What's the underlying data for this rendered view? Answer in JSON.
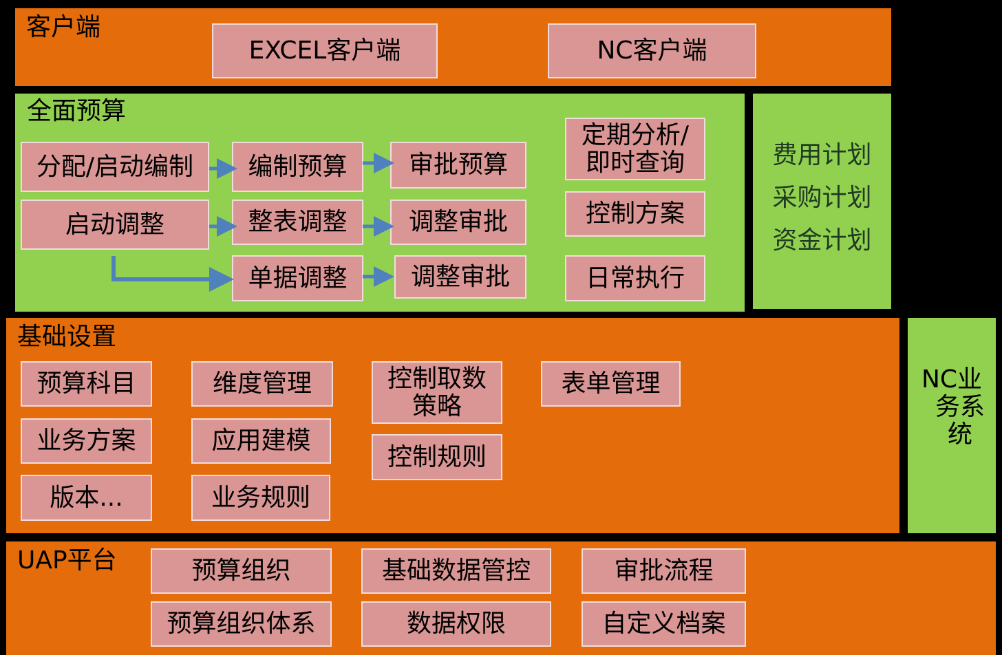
{
  "client": {
    "title": "客户端",
    "boxes": [
      "EXCEL客户端",
      "NC客户端"
    ]
  },
  "budget": {
    "title": "全面预算",
    "row1": [
      "分配/启动编制",
      "编制预算",
      "审批预算"
    ],
    "row2": [
      "启动调整",
      "整表调整",
      "调整审批"
    ],
    "row3": [
      "单据调整",
      "调整审批"
    ],
    "right": [
      "定期分析/即时查询",
      "控制方案",
      "日常执行"
    ]
  },
  "plans": {
    "lines": [
      "费用计划",
      "采购计划",
      "资金计划"
    ]
  },
  "basic": {
    "title": "基础设置",
    "col1": [
      "预算科目",
      "业务方案",
      "版本..."
    ],
    "col2": [
      "维度管理",
      "应用建模",
      "业务规则"
    ],
    "col3": [
      "控制取数策略",
      "控制规则"
    ],
    "col4": [
      "表单管理"
    ]
  },
  "nc_business": {
    "lines": [
      "NC业",
      "务系",
      "统"
    ]
  },
  "uap": {
    "title": "UAP平台",
    "row1": [
      "预算组织",
      "基础数据管控",
      "审批流程"
    ],
    "row2": [
      "预算组织体系",
      "数据权限",
      "自定义档案"
    ]
  },
  "colors": {
    "orange": "#E46C0A",
    "green": "#92D050",
    "box_fill": "#D99694",
    "box_border": "#F2DCDB",
    "arrow": "#4F81BD"
  }
}
